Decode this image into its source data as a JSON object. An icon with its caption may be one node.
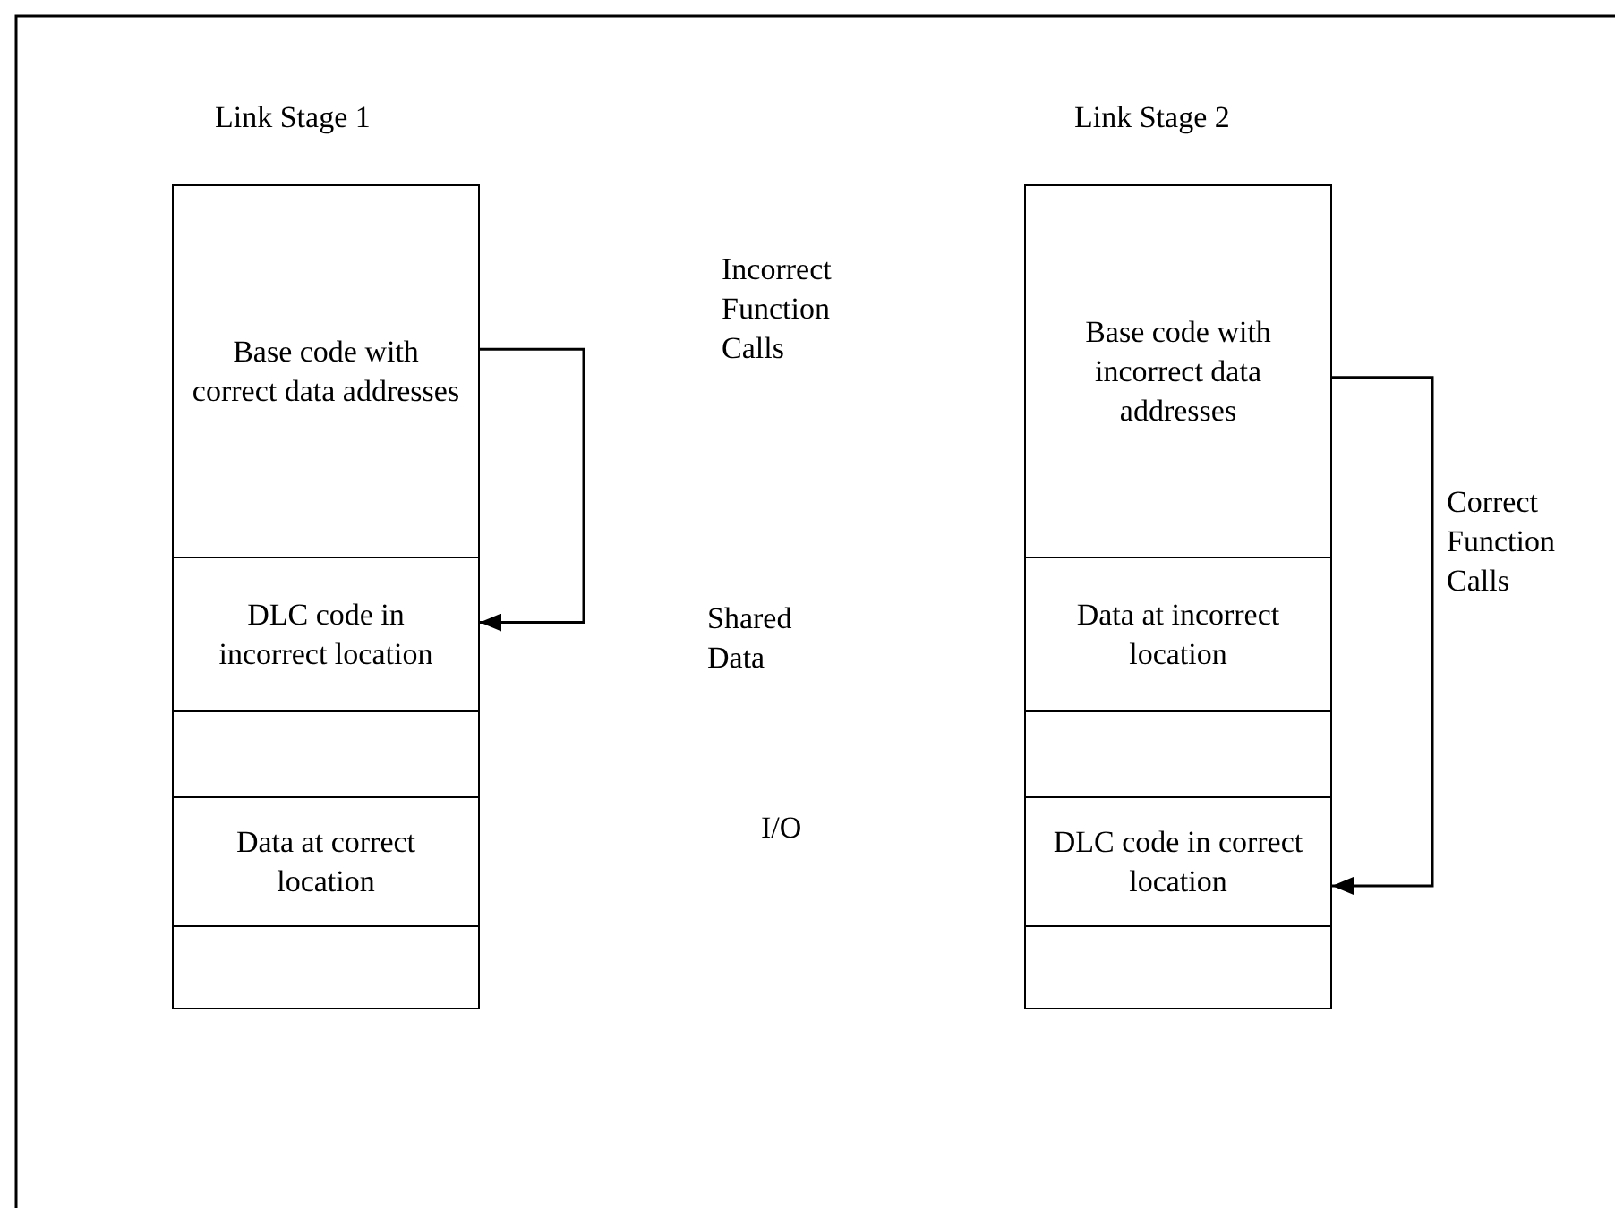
{
  "diagram": {
    "nodes": [
      {
        "text": [
          "Link Stage 1"
        ]
      },
      {
        "text": [
          "Base code with correct data addresses"
        ],
        "in": 0
      },
      {
        "text": [
          "DLC code in incorrect location"
        ],
        "in": 0
      },
      {
        "text": [],
        "shape": "box",
        "in": 0
      },
      {
        "text": [
          "Data at correct location"
        ],
        "in": 0
      },
      {
        "text": [],
        "shape": "box",
        "in": 0
      },
      {
        "text": [
          "Link Stage 2"
        ]
      },
      {
        "text": [
          "Base code with incorrect data addresses"
        ],
        "in": 6
      },
      {
        "text": [
          "Data at incorrect location"
        ],
        "in": 6
      },
      {
        "text": [],
        "shape": "box",
        "in": 6
      },
      {
        "text": [
          "DLC code in correct location"
        ],
        "in": 6
      },
      {
        "text": [],
        "shape": "box",
        "in": 6
      }
    ],
    "edges": [
      {
        "from": 1,
        "to": 2,
        "arrow": "to"
      },
      {
        "from": 7,
        "to": 10,
        "arrow": "to",
        "label": "Correct Function Calls"
      }
    ],
    "labels": [
      "Incorrect Function Calls",
      "Shared Data",
      "I/O"
    ]
  }
}
